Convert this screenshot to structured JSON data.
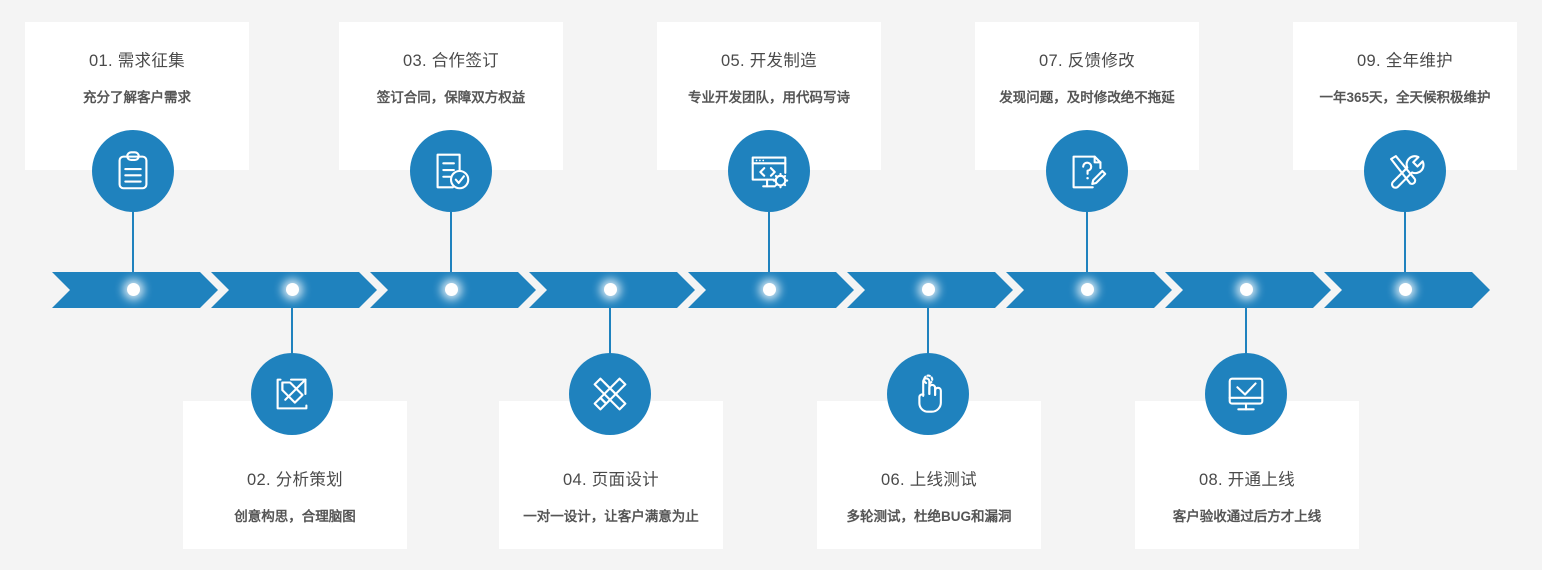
{
  "theme": {
    "accent": "#1f82be",
    "background": "#f4f4f4",
    "card_background": "#ffffff",
    "title_color": "#4a4a4a",
    "desc_color": "#555555",
    "dot_color": "#ffffff"
  },
  "timeline": {
    "segment_count": 9,
    "orientation": "horizontal",
    "arrow_direction": "right"
  },
  "steps": [
    {
      "number": "01.",
      "title": "01. 需求征集",
      "desc": "充分了解客户需求",
      "icon": "clipboard-icon",
      "position": "top"
    },
    {
      "number": "02.",
      "title": "02. 分析策划",
      "desc": "创意构思，合理脑图",
      "icon": "pencil-arrow-icon",
      "position": "bottom"
    },
    {
      "number": "03.",
      "title": "03. 合作签订",
      "desc": "签订合同，保障双方权益",
      "icon": "contract-check-icon",
      "position": "top"
    },
    {
      "number": "04.",
      "title": "04. 页面设计",
      "desc": "一对一设计，让客户满意为止",
      "icon": "pencil-ruler-icon",
      "position": "bottom"
    },
    {
      "number": "05.",
      "title": "05. 开发制造",
      "desc": "专业开发团队，用代码写诗",
      "icon": "code-monitor-gear-icon",
      "position": "top"
    },
    {
      "number": "06.",
      "title": "06. 上线测试",
      "desc": "多轮测试，杜绝BUG和漏洞",
      "icon": "click-hand-icon",
      "position": "bottom"
    },
    {
      "number": "07.",
      "title": "07. 反馈修改",
      "desc": "发现问题，及时修改绝不拖延",
      "icon": "question-edit-icon",
      "position": "top"
    },
    {
      "number": "08.",
      "title": "08. 开通上线",
      "desc": "客户验收通过后方才上线",
      "icon": "monitor-check-icon",
      "position": "bottom"
    },
    {
      "number": "09.",
      "title": "09. 全年维护",
      "desc": "一年365天，全天候积极维护",
      "icon": "wrench-screwdriver-icon",
      "position": "top"
    }
  ]
}
